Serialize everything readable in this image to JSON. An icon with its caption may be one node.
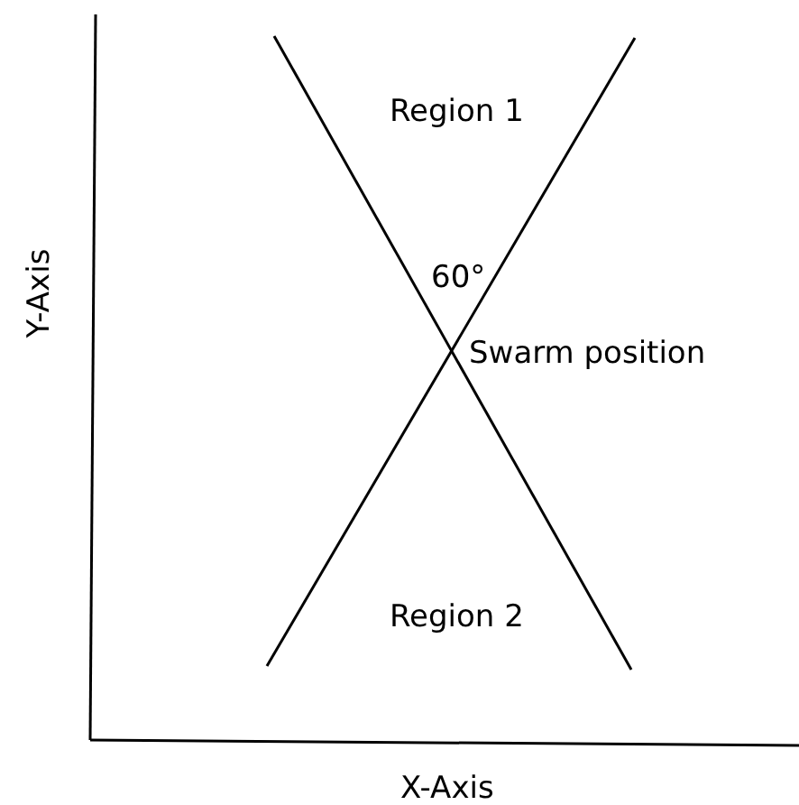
{
  "diagram": {
    "labels": [
      "Region 1",
      "60°",
      "Swarm position",
      "Region 2",
      "Y-Axis",
      "X-Axis"
    ]
  }
}
